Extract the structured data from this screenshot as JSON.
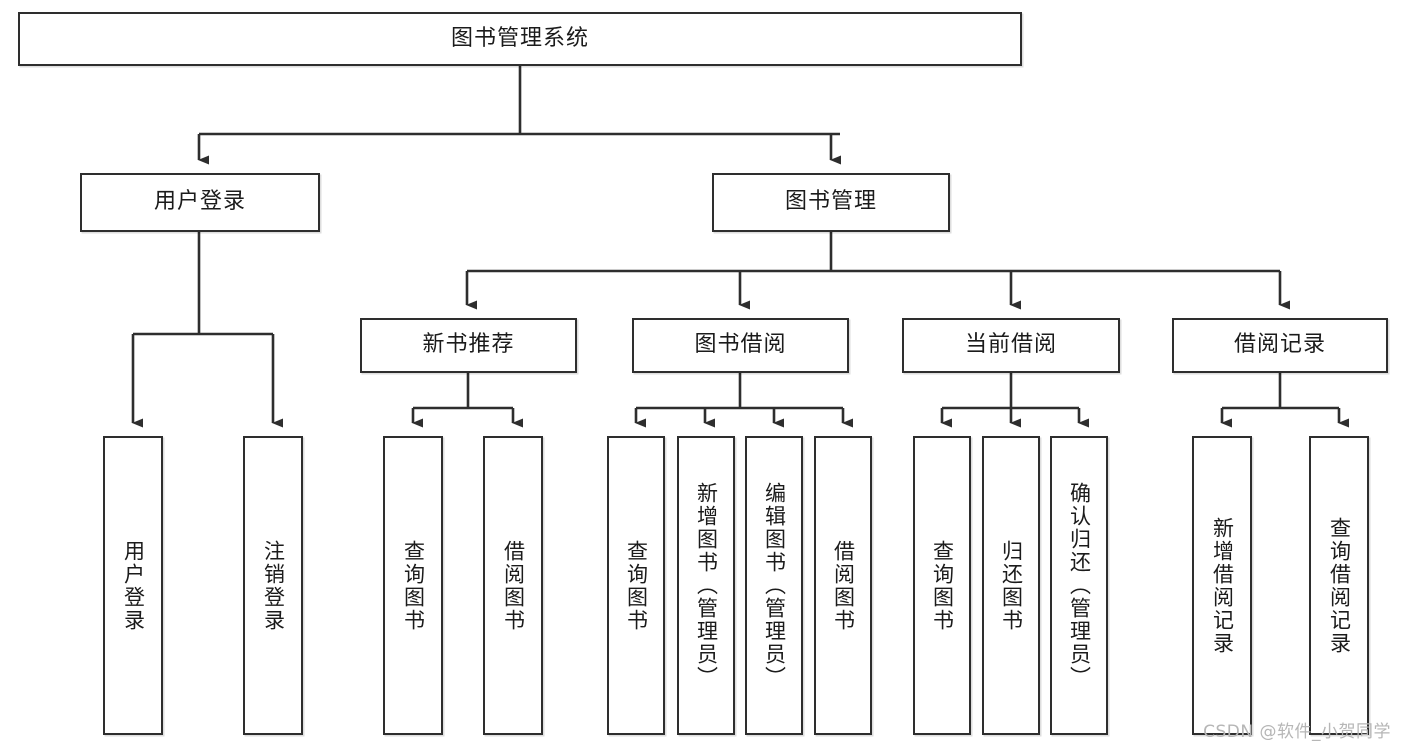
{
  "diagram": {
    "title": "图书管理系统",
    "type": "tree",
    "background": "#ffffff",
    "box_border_color": "#2e2e2e",
    "text_color": "#1b1b1b",
    "watermark": "CSDN @软件_小贺同学",
    "watermark_color": "#b6b6b6"
  },
  "root": {
    "label": "图书管理系统"
  },
  "level2": [
    {
      "label": "用户登录"
    },
    {
      "label": "图书管理"
    }
  ],
  "level3": [
    {
      "label": "新书推荐"
    },
    {
      "label": "图书借阅"
    },
    {
      "label": "当前借阅"
    },
    {
      "label": "借阅记录"
    }
  ],
  "leaves": {
    "user_login": [
      {
        "label": "用户登录"
      },
      {
        "label": "注销登录"
      }
    ],
    "new_book": [
      {
        "label": "查询图书"
      },
      {
        "label": "借阅图书"
      }
    ],
    "borrow_book": [
      {
        "label": "查询图书"
      },
      {
        "label": "新增图书（管理员）"
      },
      {
        "label": "编辑图书（管理员）"
      },
      {
        "label": "借阅图书"
      }
    ],
    "current_borrow": [
      {
        "label": "查询图书"
      },
      {
        "label": "归还图书"
      },
      {
        "label": "确认归还（管理员）"
      }
    ],
    "borrow_record": [
      {
        "label": "新增借阅记录"
      },
      {
        "label": "查询借阅记录"
      }
    ]
  }
}
